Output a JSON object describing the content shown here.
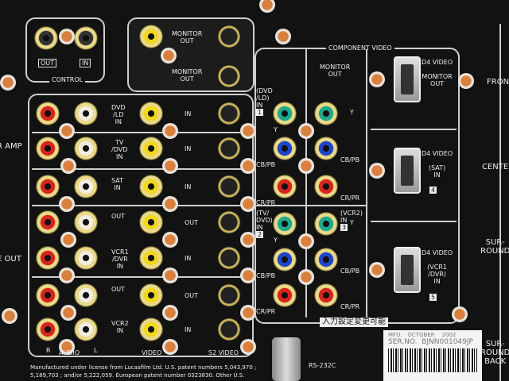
{
  "control": {
    "title": "CONTROL",
    "out": "OUT",
    "in": "IN"
  },
  "monitor_out": "MONITOR\nOUT",
  "rows": [
    {
      "label": "DVD\n/LD\nIN",
      "video": "IN"
    },
    {
      "label": "TV\n/DVD\nIN",
      "video": "IN"
    },
    {
      "label": "SAT\nIN",
      "video": "IN"
    },
    {
      "label": "OUT",
      "video": "OUT"
    },
    {
      "label": "VCR1\n/DVR\nIN",
      "video": "IN"
    },
    {
      "label": "OUT",
      "video": "OUT"
    },
    {
      "label": "VCR2\nIN",
      "video": "IN"
    }
  ],
  "footer_labels": {
    "r": "R",
    "audio": "AUDIO",
    "l": "L",
    "video": "VIDEO",
    "s2": "S2 VIDEO"
  },
  "component": {
    "title": "COMPONENT VIDEO",
    "monitor_out": "MONITOR\nOUT",
    "in1": "(DVD\n/LD)\nIN",
    "in1_num": "1",
    "in2": "(TV/\nDVD)\nIN",
    "in2_num": "2",
    "in3": "(VCR2)\nIN",
    "in3_num": "3",
    "y": "Y",
    "cb": "CB/PB",
    "cr": "CR/PR",
    "note": "入力設定変更可能"
  },
  "d4": [
    {
      "label": "D4 VIDEO\n\nMONITOR\nOUT"
    },
    {
      "label": "D4 VIDEO\n\n(SAT)\nIN",
      "num": "4"
    },
    {
      "label": "D4 VIDEO\n\n(VCR1\n/DVR)\nIN",
      "num": "5"
    }
  ],
  "right_labels": [
    "FRON",
    "CENTE",
    "SUR-\nROUND",
    "SUR-\nROUND\nBACK"
  ],
  "left_labels": [
    "R AMP",
    "E OUT"
  ],
  "rs232": "RS-232C",
  "serial": {
    "mfd": "MFD.   OCTOBER    2002",
    "ser": "SER.NO.  BJNN001049JP"
  },
  "legal": "Manufactured under license from Lucasfilm Ltd. U.S. patent numbers 5,043,970 ;\n5,189,703 ; and/or 5,222,059. European patent number 0323830. Other U.S.",
  "colors": {
    "red": "#d8241e",
    "white": "#f2ede0",
    "yellow": "#f1d81a",
    "green": "#1fa98c",
    "blue": "#1f46c8"
  }
}
